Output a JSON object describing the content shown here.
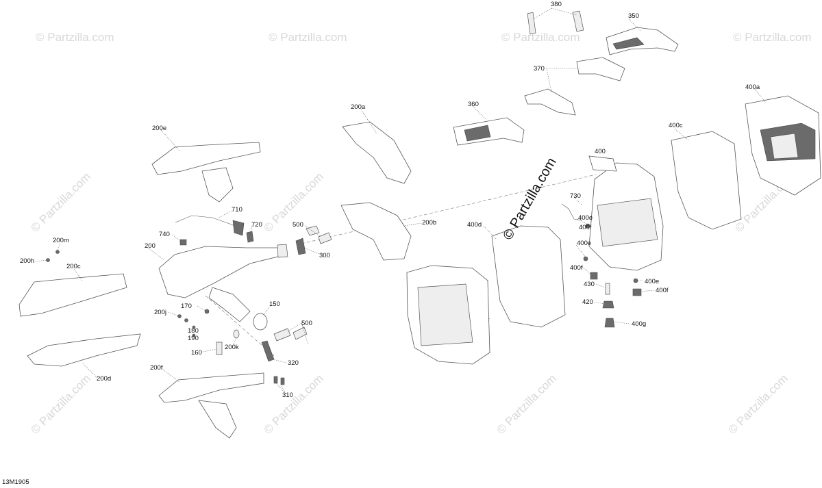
{
  "diagram": {
    "code": "13M1905",
    "brand": "© Partzilla.com",
    "watermark": "© Partzilla.com",
    "callouts": [
      "380",
      "350",
      "370",
      "360",
      "400a",
      "400c",
      "400",
      "200a",
      "200e",
      "710",
      "720",
      "740",
      "500",
      "200b",
      "200m",
      "200h",
      "200",
      "200c",
      "300",
      "400d",
      "730",
      "400e",
      "400f",
      "430",
      "420",
      "400g",
      "170",
      "150",
      "200j",
      "180",
      "190",
      "160",
      "200k",
      "320",
      "200d",
      "200f",
      "310"
    ]
  }
}
